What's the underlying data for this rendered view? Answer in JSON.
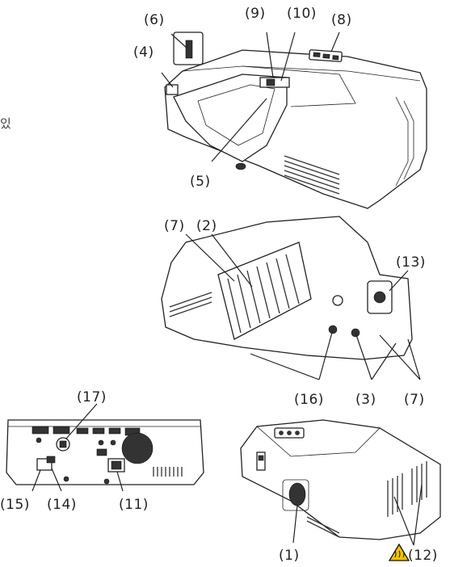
{
  "side_text": "있",
  "views": [
    {
      "id": "top-front",
      "callouts": [
        "(6)",
        "(9)",
        "(10)",
        "(8)",
        "(4)",
        "(5)"
      ]
    },
    {
      "id": "underside",
      "callouts": [
        "(7)",
        "(2)",
        "(13)",
        "(16)",
        "(3)",
        "(7)"
      ]
    },
    {
      "id": "rear",
      "callouts": [
        "(17)",
        "(15)",
        "(14)",
        "(11)"
      ]
    },
    {
      "id": "rear-side",
      "callouts": [
        "(1)",
        "(12)"
      ]
    }
  ],
  "icons": {
    "hot_warning": "hot-surface-warning-icon",
    "colors": {
      "warning_fill": "#f2c200",
      "warning_stroke": "#111111",
      "line": "#222222"
    }
  }
}
